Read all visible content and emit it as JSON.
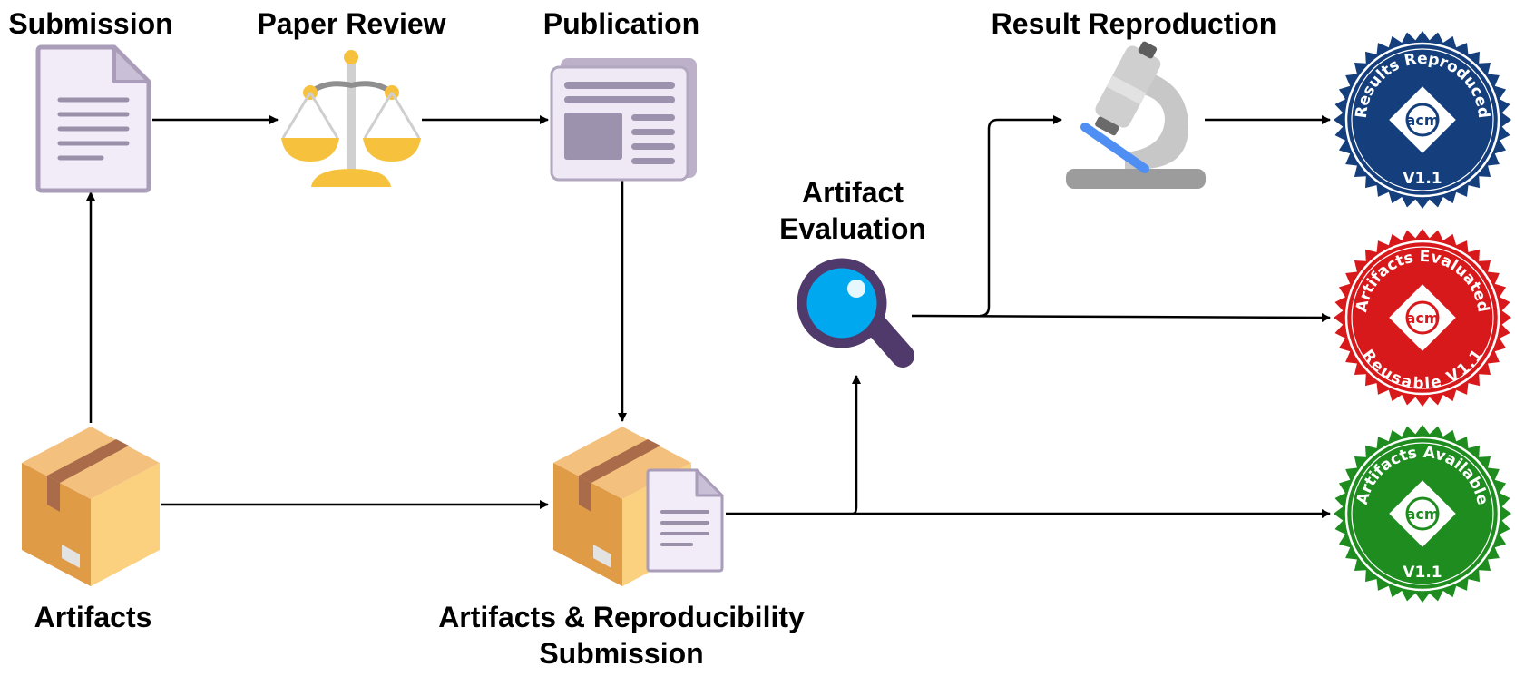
{
  "labels": {
    "submission": "Submission",
    "paper_review": "Paper Review",
    "publication": "Publication",
    "result_reproduction": "Result Reproduction",
    "artifact_evaluation_line1": "Artifact",
    "artifact_evaluation_line2": "Evaluation",
    "artifacts": "Artifacts",
    "ar_submission_line1": "Artifacts & Reproducibility",
    "ar_submission_line2": "Submission"
  },
  "badges": [
    {
      "id": "results-reproduced",
      "top_text": "Results Reproduced",
      "bottom_text": "V1.1",
      "logo": "acm",
      "color": "#143e7c"
    },
    {
      "id": "artifacts-evaluated",
      "top_text": "Artifacts Evaluated",
      "bottom_text": "Reusable V1.1",
      "logo": "acm",
      "color": "#d8191c"
    },
    {
      "id": "artifacts-available",
      "top_text": "Artifacts Available",
      "bottom_text": "V1.1",
      "logo": "acm",
      "color": "#1f8c1f"
    }
  ],
  "icons": {
    "submission": "document-icon",
    "paper_review": "scales-icon",
    "publication": "newspaper-icon",
    "result_reproduction": "microscope-icon",
    "artifact_evaluation": "magnifier-icon",
    "artifacts": "package-icon",
    "ar_submission": "package-with-document-icon"
  }
}
